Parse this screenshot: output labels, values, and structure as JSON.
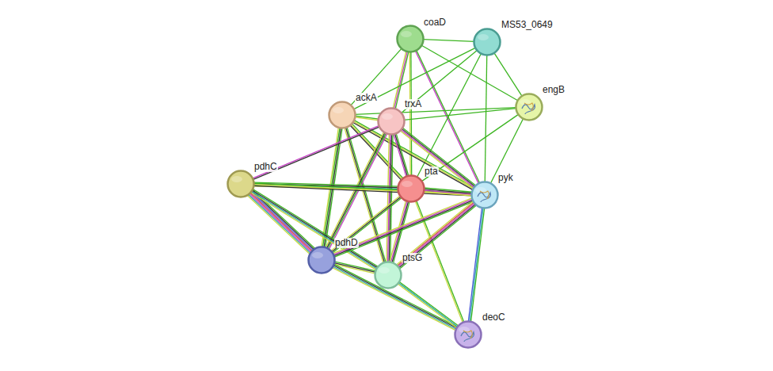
{
  "diagram": {
    "nodes": [
      {
        "text": [
          "coaD"
        ]
      },
      {
        "text": [
          "MS53_0649"
        ]
      },
      {
        "text": [
          "engB"
        ]
      },
      {
        "text": [
          "ackA"
        ]
      },
      {
        "text": [
          "trxA"
        ]
      },
      {
        "text": [
          "pdhC"
        ]
      },
      {
        "text": [
          "pta"
        ]
      },
      {
        "text": [
          "pyk"
        ]
      },
      {
        "text": [
          "pdhD"
        ]
      },
      {
        "text": [
          "ptsG"
        ]
      },
      {
        "text": [
          "deoC"
        ]
      }
    ],
    "edges": [
      {
        "from": 0,
        "to": 1,
        "arrow": "none"
      },
      {
        "from": 0,
        "to": 2,
        "arrow": "none"
      },
      {
        "from": 0,
        "to": 3,
        "arrow": "none"
      },
      {
        "from": 0,
        "to": 4,
        "arrow": "none"
      },
      {
        "from": 0,
        "to": 6,
        "arrow": "none"
      },
      {
        "from": 0,
        "to": 7,
        "arrow": "none"
      },
      {
        "from": 1,
        "to": 2,
        "arrow": "none"
      },
      {
        "from": 1,
        "to": 3,
        "arrow": "none"
      },
      {
        "from": 1,
        "to": 4,
        "arrow": "none"
      },
      {
        "from": 1,
        "to": 6,
        "arrow": "none"
      },
      {
        "from": 1,
        "to": 7,
        "arrow": "none"
      },
      {
        "from": 2,
        "to": 3,
        "arrow": "none"
      },
      {
        "from": 2,
        "to": 4,
        "arrow": "none"
      },
      {
        "from": 2,
        "to": 6,
        "arrow": "none"
      },
      {
        "from": 2,
        "to": 7,
        "arrow": "none"
      },
      {
        "from": 3,
        "to": 4,
        "arrow": "none"
      },
      {
        "from": 3,
        "to": 6,
        "arrow": "none"
      },
      {
        "from": 3,
        "to": 7,
        "arrow": "none"
      },
      {
        "from": 3,
        "to": 8,
        "arrow": "none"
      },
      {
        "from": 3,
        "to": 9,
        "arrow": "none"
      },
      {
        "from": 4,
        "to": 5,
        "arrow": "none"
      },
      {
        "from": 4,
        "to": 6,
        "arrow": "none"
      },
      {
        "from": 4,
        "to": 7,
        "arrow": "none"
      },
      {
        "from": 4,
        "to": 8,
        "arrow": "none"
      },
      {
        "from": 4,
        "to": 9,
        "arrow": "none"
      },
      {
        "from": 5,
        "to": 6,
        "arrow": "none"
      },
      {
        "from": 5,
        "to": 7,
        "arrow": "none"
      },
      {
        "from": 5,
        "to": 8,
        "arrow": "none"
      },
      {
        "from": 5,
        "to": 9,
        "arrow": "none"
      },
      {
        "from": 6,
        "to": 7,
        "arrow": "none"
      },
      {
        "from": 6,
        "to": 8,
        "arrow": "none"
      },
      {
        "from": 6,
        "to": 9,
        "arrow": "none"
      },
      {
        "from": 6,
        "to": 10,
        "arrow": "none"
      },
      {
        "from": 7,
        "to": 8,
        "arrow": "none"
      },
      {
        "from": 7,
        "to": 9,
        "arrow": "none"
      },
      {
        "from": 7,
        "to": 10,
        "arrow": "none"
      },
      {
        "from": 8,
        "to": 9,
        "arrow": "none"
      },
      {
        "from": 8,
        "to": 10,
        "arrow": "none"
      },
      {
        "from": 9,
        "to": 10,
        "arrow": "none"
      }
    ]
  }
}
